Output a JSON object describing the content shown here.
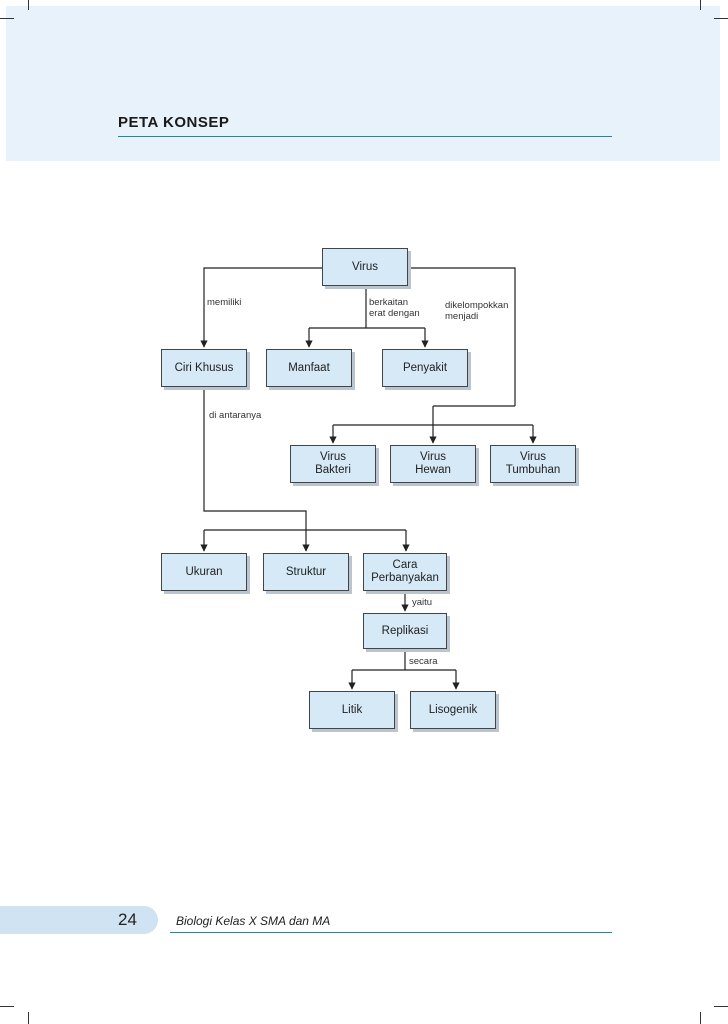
{
  "header": {
    "title": "PETA KONSEP"
  },
  "concept_map": {
    "nodes": {
      "virus": "Virus",
      "ciri_khusus": "Ciri Khusus",
      "manfaat": "Manfaat",
      "penyakit": "Penyakit",
      "virus_bakteri": "Virus\nBakteri",
      "virus_hewan": "Virus\nHewan",
      "virus_tumbuhan": "Virus\nTumbuhan",
      "ukuran": "Ukuran",
      "struktur": "Struktur",
      "cara_perbanyakan": "Cara\nPerbanyakan",
      "replikasi": "Replikasi",
      "litik": "Litik",
      "lisogenik": "Lisogenik"
    },
    "links": {
      "memiliki": "memiliki",
      "berkaitan": "berkaitan\nerat dengan",
      "dikelompokkan": "dikelompokkan\nmenjadi",
      "di_antaranya": "di antaranya",
      "yaitu": "yaitu",
      "secara": "secara"
    }
  },
  "footer": {
    "page_number": "24",
    "book_title": "Biologi Kelas X SMA dan MA"
  }
}
